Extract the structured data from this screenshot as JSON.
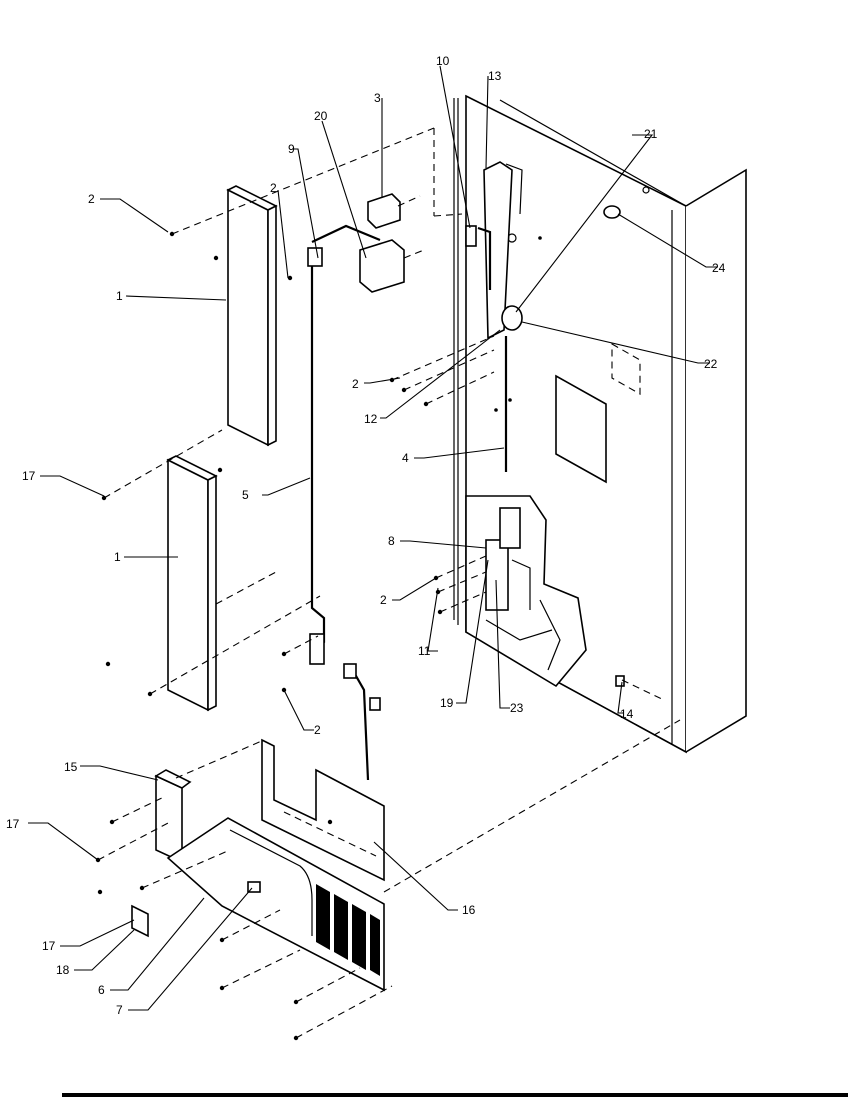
{
  "diagram": {
    "callouts": [
      {
        "id": "c1a",
        "label": "1"
      },
      {
        "id": "c1b",
        "label": "1"
      },
      {
        "id": "c2a",
        "label": "2"
      },
      {
        "id": "c2b",
        "label": "2"
      },
      {
        "id": "c2c",
        "label": "2"
      },
      {
        "id": "c2d",
        "label": "2"
      },
      {
        "id": "c2e",
        "label": "2"
      },
      {
        "id": "c3",
        "label": "3"
      },
      {
        "id": "c4",
        "label": "4"
      },
      {
        "id": "c5",
        "label": "5"
      },
      {
        "id": "c6",
        "label": "6"
      },
      {
        "id": "c7",
        "label": "7"
      },
      {
        "id": "c8",
        "label": "8"
      },
      {
        "id": "c9",
        "label": "9"
      },
      {
        "id": "c10",
        "label": "10"
      },
      {
        "id": "c11",
        "label": "11"
      },
      {
        "id": "c12",
        "label": "12"
      },
      {
        "id": "c13",
        "label": "13"
      },
      {
        "id": "c14",
        "label": "14"
      },
      {
        "id": "c15",
        "label": "15"
      },
      {
        "id": "c16",
        "label": "16"
      },
      {
        "id": "c17a",
        "label": "17"
      },
      {
        "id": "c17b",
        "label": "17"
      },
      {
        "id": "c17c",
        "label": "17"
      },
      {
        "id": "c18",
        "label": "18"
      },
      {
        "id": "c19",
        "label": "19"
      },
      {
        "id": "c20",
        "label": "20"
      },
      {
        "id": "c21",
        "label": "21"
      },
      {
        "id": "c22",
        "label": "22"
      },
      {
        "id": "c23",
        "label": "23"
      },
      {
        "id": "c24",
        "label": "24"
      }
    ]
  }
}
